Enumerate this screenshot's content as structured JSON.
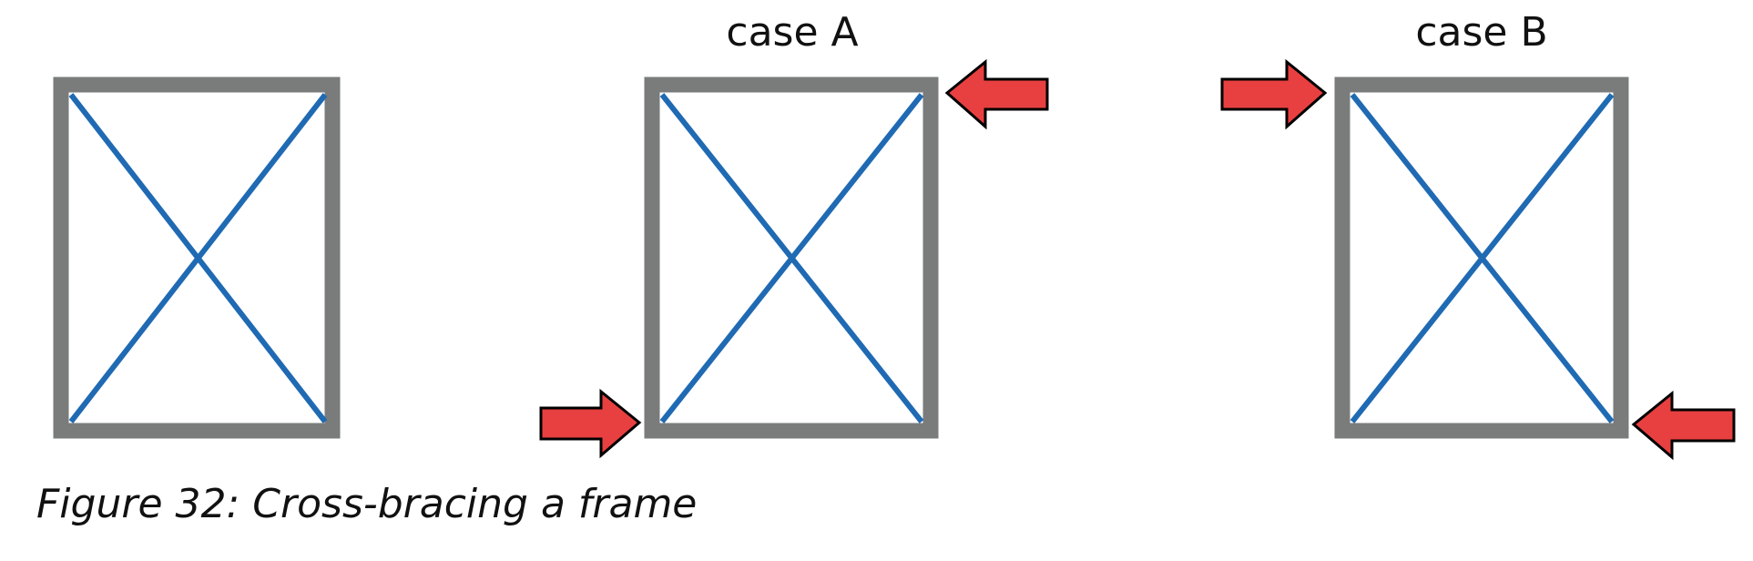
{
  "labels": {
    "case_a": "case A",
    "case_b": "case B"
  },
  "caption": "Figure 32: Cross-bracing a frame",
  "colors": {
    "frame": "#7a7c7c",
    "brace": "#1f6ab3",
    "arrow_fill": "#e84040",
    "arrow_stroke": "#000000",
    "text": "#111111"
  },
  "frames": [
    {
      "id": "plain-frame",
      "case": ""
    },
    {
      "id": "case-a-frame",
      "case": "case A"
    },
    {
      "id": "case-b-frame",
      "case": "case B"
    }
  ],
  "arrows": [
    {
      "id": "case-a-top-right",
      "direction": "left"
    },
    {
      "id": "case-a-bottom-left",
      "direction": "right"
    },
    {
      "id": "case-b-top-left",
      "direction": "right"
    },
    {
      "id": "case-b-bottom-right",
      "direction": "left"
    }
  ]
}
